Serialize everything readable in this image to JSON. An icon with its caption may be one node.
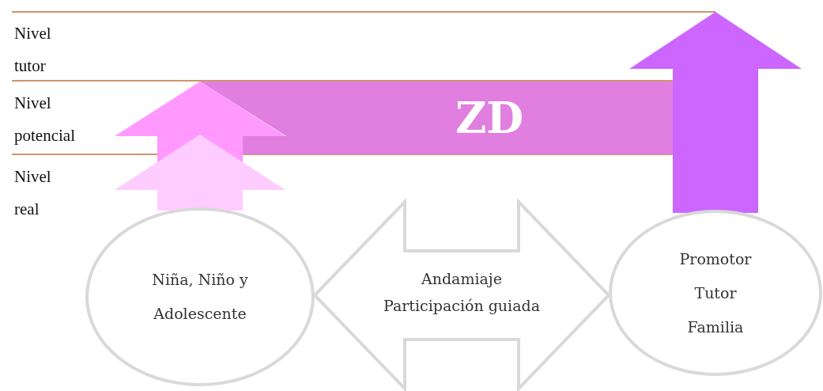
{
  "diagram": {
    "nodes": [
      {
        "text": [
          "Niña, Niño y Adolescente"
        ]
      },
      {
        "text": [
          "ZD"
        ]
      },
      {
        "text": [
          "Promotor",
          "Tutor",
          "Familia"
        ]
      }
    ],
    "edges": [
      {
        "from": 0,
        "to": 2,
        "arrow": "both",
        "label": "Andamiaje Participación guiada"
      },
      {
        "from": 0,
        "to": null,
        "arrow": "to",
        "color": "#ffccff"
      },
      {
        "from": 0,
        "to": null,
        "arrow": "to",
        "color": "#ff99ff"
      },
      {
        "from": 2,
        "to": null,
        "arrow": "to",
        "color": "#cc66ff"
      }
    ],
    "labels": [
      "Nivel tutor",
      "Nivel potencial",
      "Nivel real"
    ]
  }
}
